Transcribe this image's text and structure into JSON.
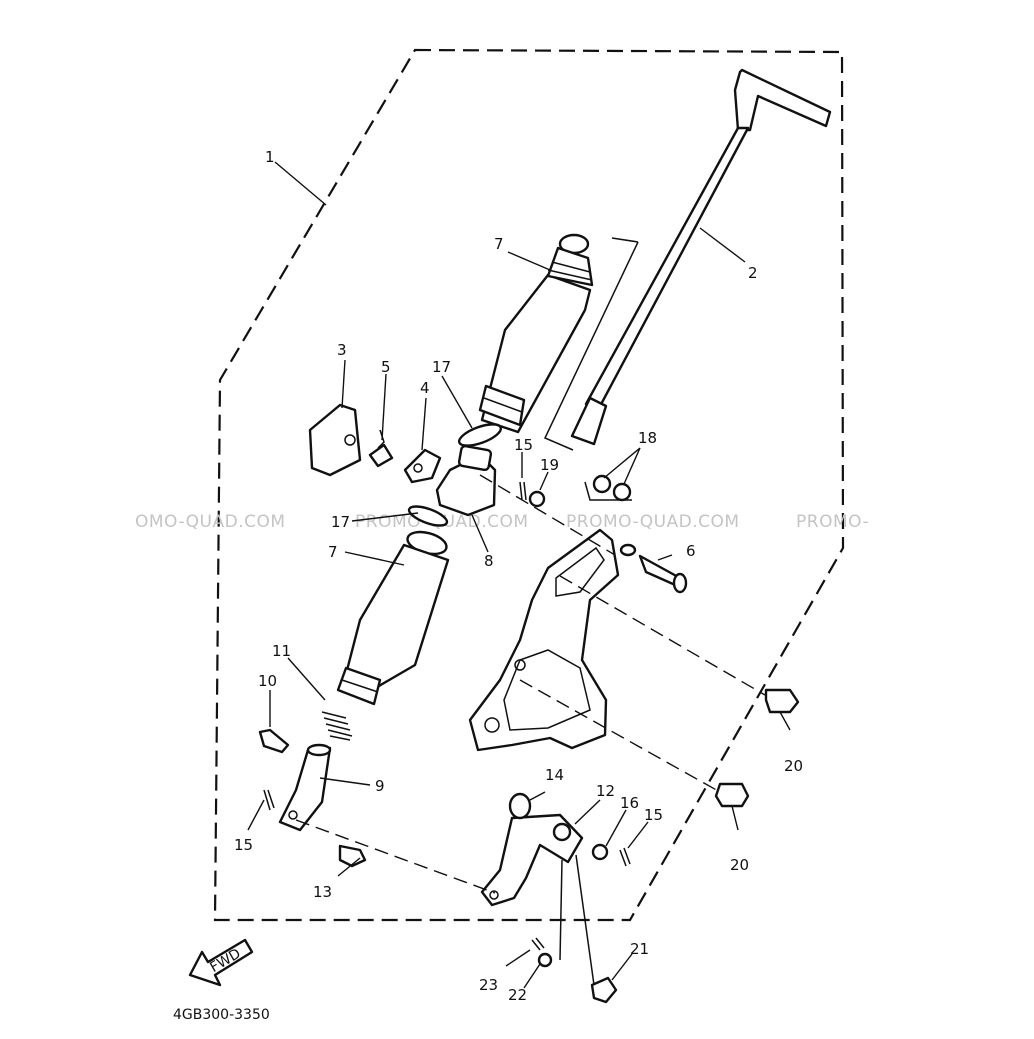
{
  "callouts": {
    "c1": "1",
    "c2": "2",
    "c3": "3",
    "c4": "4",
    "c5": "5",
    "c6": "6",
    "c7a": "7",
    "c7b": "7",
    "c8": "8",
    "c9": "9",
    "c10": "10",
    "c11": "11",
    "c12": "12",
    "c13": "13",
    "c14": "14",
    "c15a": "15",
    "c15b": "15",
    "c15c": "15",
    "c16": "16",
    "c17a": "17",
    "c17b": "17",
    "c18": "18",
    "c19": "19",
    "c20a": "20",
    "c20b": "20",
    "c21": "21",
    "c22": "22",
    "c23": "23"
  },
  "watermarks": [
    "OMO-QUAD.COM",
    "PROMO-QUAD.COM",
    "PROMO-QUAD.COM",
    "PROMO-"
  ],
  "direction_badge": "FWD",
  "drawing_code": "4GB300-3350"
}
